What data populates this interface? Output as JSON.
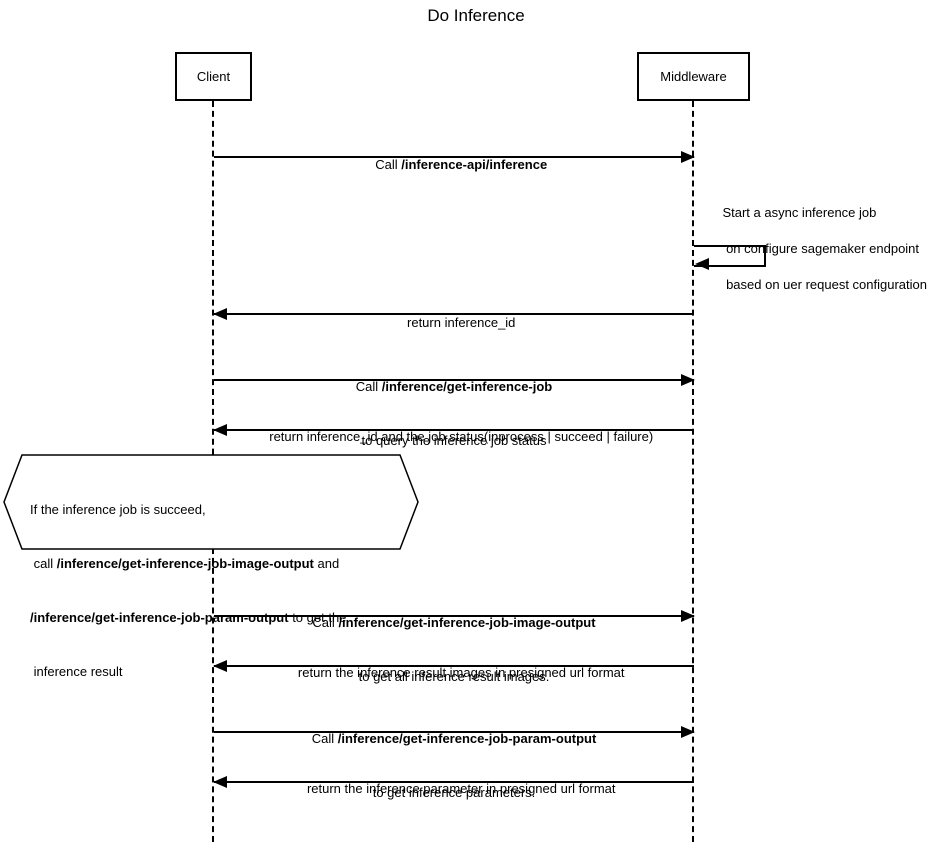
{
  "diagram": {
    "title": "Do Inference",
    "type": "sequence-diagram",
    "colors": {
      "line": "#000000",
      "background": "#ffffff",
      "text": "#000000"
    }
  },
  "participants": [
    {
      "name": "Client"
    },
    {
      "name": "Middleware"
    }
  ],
  "messages": [
    {
      "from": "Client",
      "to": "Middleware",
      "dir": "right",
      "lines": [
        {
          "pre": "Call ",
          "bold": "/inference-api/inference"
        }
      ]
    },
    {
      "from": "Middleware",
      "to": "Client",
      "dir": "left",
      "lines": [
        {
          "pre": "return inference_id"
        }
      ]
    },
    {
      "from": "Client",
      "to": "Middleware",
      "dir": "right",
      "lines": [
        {
          "pre": "Call ",
          "bold": "/inference/get-inference-job"
        },
        {
          "pre": "to query the inference job status"
        }
      ]
    },
    {
      "from": "Middleware",
      "to": "Client",
      "dir": "left",
      "lines": [
        {
          "pre": "return inference_id and the job status(inprocess | succeed | failure)"
        }
      ]
    },
    {
      "from": "Client",
      "to": "Middleware",
      "dir": "right",
      "lines": [
        {
          "pre": "Call ",
          "bold": "/inference/get-inference-job-image-output"
        },
        {
          "pre": "to get all inference result images."
        }
      ]
    },
    {
      "from": "Middleware",
      "to": "Client",
      "dir": "left",
      "lines": [
        {
          "pre": "return the inference result images in presigned url format"
        }
      ]
    },
    {
      "from": "Client",
      "to": "Middleware",
      "dir": "right",
      "lines": [
        {
          "pre": "Call ",
          "bold": "/inference/get-inference-job-param-output"
        },
        {
          "pre": "to get inference parameters."
        }
      ]
    },
    {
      "from": "Middleware",
      "to": "Client",
      "dir": "left",
      "lines": [
        {
          "pre": "return the inference parameter in presigned url format"
        }
      ]
    }
  ],
  "self_note": {
    "actor": "Middleware",
    "lines": [
      "Start a async inference job",
      " on configure sagemaker endpoint",
      " based on uer request configuration"
    ]
  },
  "condition_note": {
    "lines": [
      {
        "pre": "If the inference job is succeed,"
      },
      {
        "pre": " call ",
        "bold": "/inference/get-inference-job-image-output",
        "post": " and"
      },
      {
        "bold": "/inference/get-inference-job-param-output",
        "post": " to get the"
      },
      {
        "pre": " inference result"
      }
    ]
  }
}
